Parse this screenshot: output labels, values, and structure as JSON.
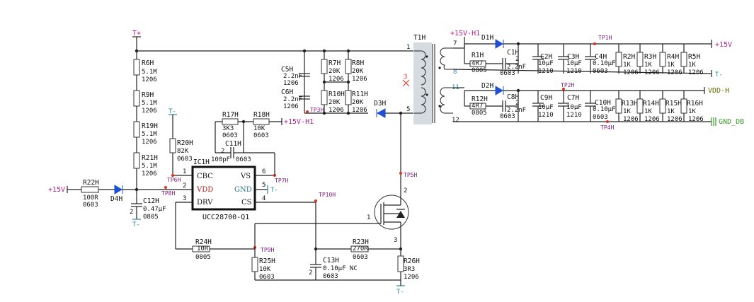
{
  "ic": {
    "ref": "IC1H",
    "part": "UCC28700-Q1",
    "pins": [
      {
        "num": "1",
        "name": "CBC"
      },
      {
        "num": "2",
        "name": "VDD"
      },
      {
        "num": "3",
        "name": "DRV"
      },
      {
        "num": "6",
        "name": "VS"
      },
      {
        "num": "5",
        "name": "GND"
      },
      {
        "num": "4",
        "name": "CS"
      }
    ]
  },
  "nets": {
    "t_plus": "T+",
    "plus15v": "+15V",
    "plus15v_h1": "+15V-H1",
    "plus15v_h1_top": "+15V-H1",
    "plus15v_out": "+15V",
    "t_minus": "T-",
    "vdd_h": "VDD-H",
    "gnd_db": "GND_DB"
  },
  "transformer": {
    "ref": "T1H",
    "pins": [
      "1",
      "5",
      "7",
      "8",
      "11",
      "12",
      "3"
    ]
  },
  "testpoints": [
    "TP1H",
    "TP2H",
    "TP3H",
    "TP4H",
    "TP5H",
    "TP6H",
    "TP7H",
    "TP8H",
    "TP9H",
    "TP10H"
  ],
  "resistors": [
    {
      "ref": "R6H",
      "val": "5.1M",
      "pkg": "1206"
    },
    {
      "ref": "R9H",
      "val": "5.1M",
      "pkg": "1206"
    },
    {
      "ref": "R19H",
      "val": "5.1M",
      "pkg": "1206"
    },
    {
      "ref": "R21H",
      "val": "5.1M",
      "pkg": "1206"
    },
    {
      "ref": "R20H",
      "val": "82K",
      "pkg": "0603"
    },
    {
      "ref": "R22H",
      "val": "100R",
      "pkg": "0603"
    },
    {
      "ref": "R17H",
      "val": "3K3",
      "pkg": "0603"
    },
    {
      "ref": "R18H",
      "val": "10K",
      "pkg": "0603"
    },
    {
      "ref": "R7H",
      "val": "20K",
      "pkg": "1206"
    },
    {
      "ref": "R8H",
      "val": "20K",
      "pkg": "1206"
    },
    {
      "ref": "R10H",
      "val": "20K",
      "pkg": "1206"
    },
    {
      "ref": "R11H",
      "val": "20K",
      "pkg": "1206"
    },
    {
      "ref": "R24H",
      "val": "10R",
      "pkg": "0805"
    },
    {
      "ref": "R25H",
      "val": "10K",
      "pkg": "0603"
    },
    {
      "ref": "R23H",
      "val": "270R",
      "pkg": "0603"
    },
    {
      "ref": "R26H",
      "val": "3R3",
      "pkg": "1206"
    },
    {
      "ref": "R1H",
      "val": "4R7",
      "pkg": "0805"
    },
    {
      "ref": "R12H",
      "val": "4R7",
      "pkg": "0805"
    },
    {
      "ref": "R2H",
      "val": "1K",
      "pkg": "1206"
    },
    {
      "ref": "R3H",
      "val": "1K",
      "pkg": "1206"
    },
    {
      "ref": "R4H",
      "val": "1K",
      "pkg": "1206"
    },
    {
      "ref": "R5H",
      "val": "1K",
      "pkg": "1206"
    },
    {
      "ref": "R13H",
      "val": "1K",
      "pkg": "1206"
    },
    {
      "ref": "R14H",
      "val": "1K",
      "pkg": "1206"
    },
    {
      "ref": "R15H",
      "val": "1K",
      "pkg": "1206"
    },
    {
      "ref": "R16H",
      "val": "1K",
      "pkg": "1206"
    }
  ],
  "capacitors": [
    {
      "ref": "C12H",
      "val": "0.47µF",
      "pkg": "0805"
    },
    {
      "ref": "C11H",
      "val": "100pF",
      "pkg": "0603"
    },
    {
      "ref": "C5H",
      "val": "2.2nF",
      "pkg": "1206"
    },
    {
      "ref": "C6H",
      "val": "2.2nF",
      "pkg": "1206"
    },
    {
      "ref": "C13H",
      "val": "0.10µF NC",
      "pkg": "0603"
    },
    {
      "ref": "C1H",
      "val": "2.2nF",
      "pkg": "0603"
    },
    {
      "ref": "C2H",
      "val": "10µF",
      "pkg": "1210"
    },
    {
      "ref": "C3H",
      "val": "10µF",
      "pkg": "1210"
    },
    {
      "ref": "C4H",
      "val": "0.10µF",
      "pkg": "0603"
    },
    {
      "ref": "C8H",
      "val": "2.2nF",
      "pkg": "0603"
    },
    {
      "ref": "C9H",
      "val": "10µF",
      "pkg": "1210"
    },
    {
      "ref": "C7H",
      "val": "10µF",
      "pkg": "1210"
    },
    {
      "ref": "C10H",
      "val": "0.10µF",
      "pkg": "0603"
    }
  ],
  "diodes": [
    {
      "ref": "D1H"
    },
    {
      "ref": "D2H"
    },
    {
      "ref": "D3H"
    },
    {
      "ref": "D4H"
    }
  ],
  "pin_labels": {
    "one": "1",
    "two": "2",
    "three": "3"
  }
}
